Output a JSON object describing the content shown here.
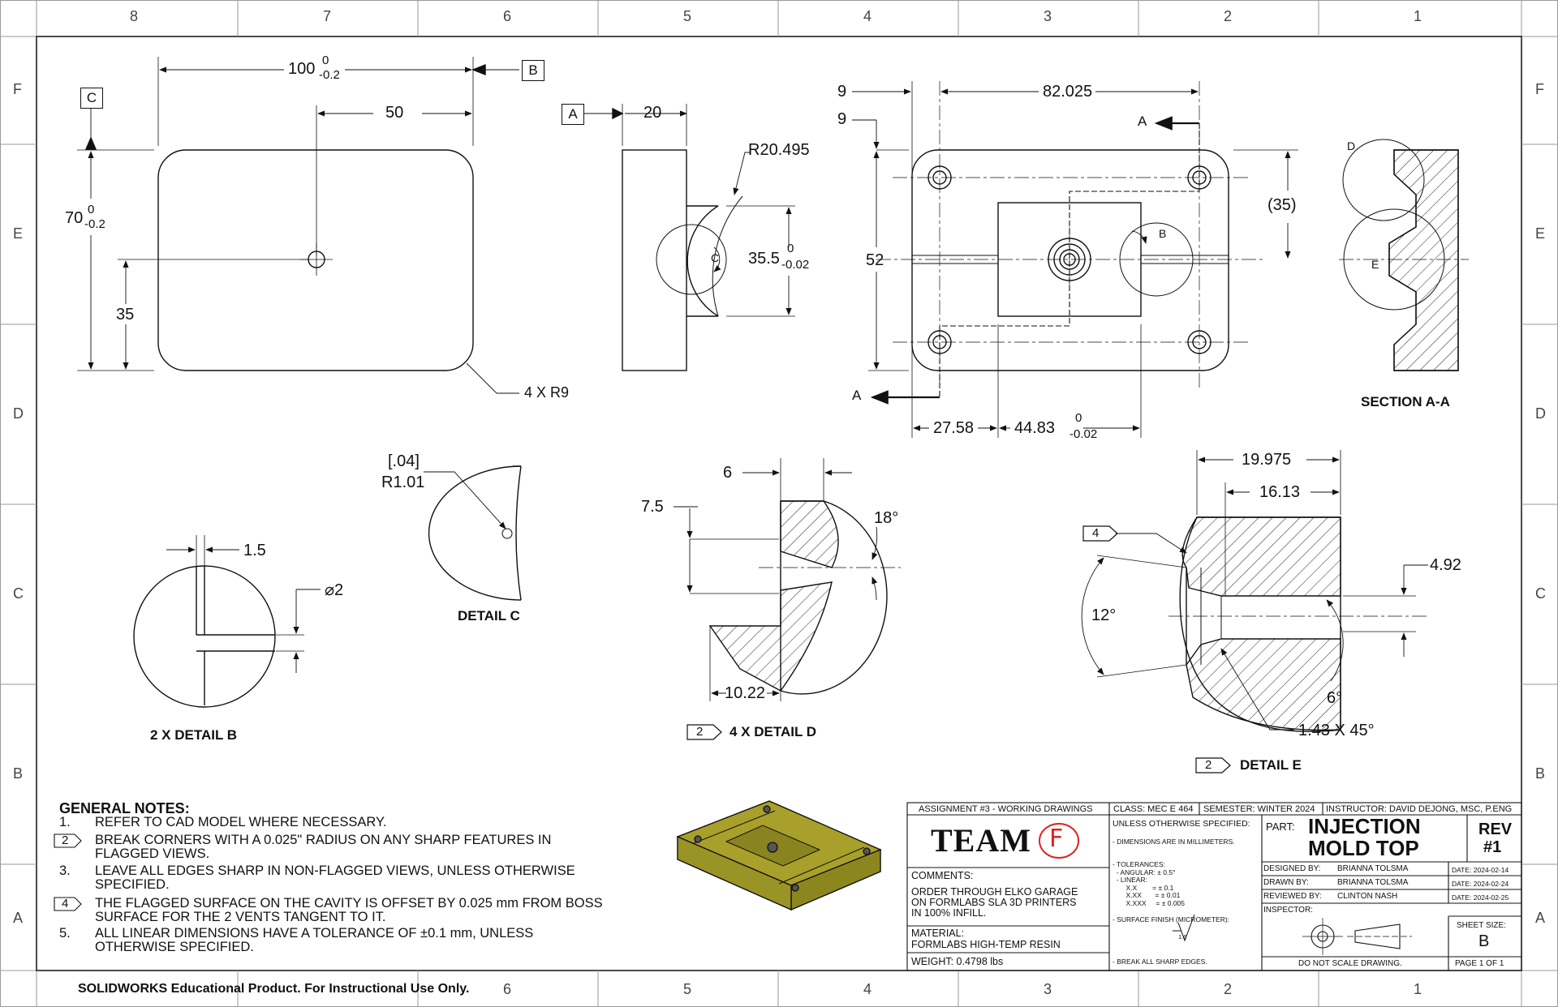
{
  "zones": {
    "cols": [
      "8",
      "7",
      "6",
      "5",
      "4",
      "3",
      "2",
      "1"
    ],
    "rows": [
      "F",
      "E",
      "D",
      "C",
      "B",
      "A"
    ]
  },
  "datums": {
    "a": "A",
    "b": "B",
    "c": "C"
  },
  "top_view": {
    "width": "100",
    "width_tol_upper": "0",
    "width_tol_lower": "-0.2",
    "half_width": "50",
    "height": "70",
    "height_tol_upper": "0",
    "height_tol_lower": "-0.2",
    "half_height": "35",
    "corner_radius": "4 X R9"
  },
  "side_view": {
    "thickness": "20",
    "radius": "R20.495",
    "hole_dim": "35.5",
    "hole_tol_upper": "0",
    "hole_tol_lower": "-0.02",
    "detail_ref": "C"
  },
  "plan_view": {
    "offset_x": "9",
    "offset_y": "9",
    "hole_spacing": "82.025",
    "height": "52",
    "ref_height": "(35)",
    "pos_x": "27.58",
    "cavity_width": "44.83",
    "cavity_tol_upper": "0",
    "cavity_tol_lower": "-0.02",
    "section_label_top": "A",
    "section_label_bottom": "A",
    "detail_ref": "B"
  },
  "section": {
    "title": "SECTION A-A",
    "detail_d": "D",
    "detail_e": "E"
  },
  "detail_b": {
    "title": "2 X DETAIL B",
    "gap": "1.5",
    "dia": "⌀2"
  },
  "detail_c": {
    "title": "DETAIL C",
    "ref": "[.04]",
    "radius": "R1.01"
  },
  "detail_d": {
    "title": "4 X DETAIL D",
    "flag": "2",
    "width": "6",
    "depth": "7.5",
    "angle": "18°",
    "length": "10.22"
  },
  "detail_e": {
    "title": "DETAIL E",
    "flag": "2",
    "flag2": "4",
    "d1": "19.975",
    "d2": "16.13",
    "d3": "4.92",
    "angle1": "12°",
    "angle2": "6°",
    "chamfer": "1.43 X 45°"
  },
  "notes": {
    "title": "GENERAL NOTES:",
    "items": [
      {
        "num": "1.",
        "text": "REFER TO CAD MODEL WHERE NECESSARY.",
        "flag": false
      },
      {
        "num": "2",
        "text": "BREAK CORNERS WITH A 0.025\" RADIUS ON ANY SHARP FEATURES IN\nFLAGGED VIEWS.",
        "flag": true
      },
      {
        "num": "3.",
        "text": "LEAVE ALL EDGES SHARP IN NON-FLAGGED VIEWS, UNLESS OTHERWISE\nSPECIFIED.",
        "flag": false
      },
      {
        "num": "4",
        "text": "THE FLAGGED SURFACE ON THE CAVITY IS OFFSET BY 0.025 mm FROM BOSS\nSURFACE FOR THE 2 VENTS TANGENT TO IT.",
        "flag": true
      },
      {
        "num": "5.",
        "text": "ALL LINEAR DIMENSIONS HAVE A TOLERANCE OF ±0.1 mm, UNLESS\nOTHERWISE SPECIFIED.",
        "flag": false
      }
    ]
  },
  "title_block": {
    "assignment": "ASSIGNMENT #3 - WORKING DRAWINGS",
    "class": "CLASS: MEC E 464",
    "semester": "SEMESTER: WINTER 2024",
    "instructor": "INSTRUCTOR: DAVID DEJONG, MSC, P.ENG",
    "team": "TEAM",
    "team_letter": "F",
    "comments_label": "COMMENTS:",
    "comments": "ORDER THROUGH ELKO GARAGE\nON FORMLABS SLA 3D PRINTERS\nIN 100% INFILL.",
    "material_label": "MATERIAL:",
    "material": "FORMLABS HIGH-TEMP RESIN",
    "weight": "WEIGHT:  0.4798 lbs",
    "unless": "UNLESS OTHERWISE SPECIFIED:",
    "dims": "- DIMENSIONS ARE IN MILLIMETERS.",
    "tolerances": "- TOLERANCES:\n  - ANGULAR: ± 0.5°\n  - LINEAR:\n       X.X        = ± 0.1\n       X.XX       = ± 0.01\n       X.XXX     = ± 0.005",
    "finish": "- SURFACE FINISH (MICROMETER):",
    "finish_value": "1.6",
    "break_edges": "- BREAK ALL SHARP EDGES.",
    "part_label": "PART:",
    "part_name": "INJECTION\nMOLD TOP",
    "rev_label": "REV",
    "rev": "#1",
    "designed_by_label": "DESIGNED BY:",
    "designed_by": "BRIANNA TOLSMA",
    "designed_date": "DATE: 2024-02-14",
    "drawn_by_label": "DRAWN BY:",
    "drawn_by": "BRIANNA TOLSMA",
    "drawn_date": "DATE: 2024-02-24",
    "reviewed_by_label": "REVIEWED BY:",
    "reviewed_by": "CLINTON NASH",
    "reviewed_date": "DATE: 2024-02-25",
    "inspector_label": "INSPECTOR:",
    "sheet_size_label": "SHEET SIZE:",
    "sheet_size": "B",
    "do_not_scale": "DO NOT SCALE DRAWING.",
    "page": "PAGE 1 OF 1"
  },
  "footer": "SOLIDWORKS Educational Product. For Instructional Use Only.",
  "colors": {
    "line": "#111111",
    "model": "#a8a02a",
    "red": "#e02020"
  }
}
